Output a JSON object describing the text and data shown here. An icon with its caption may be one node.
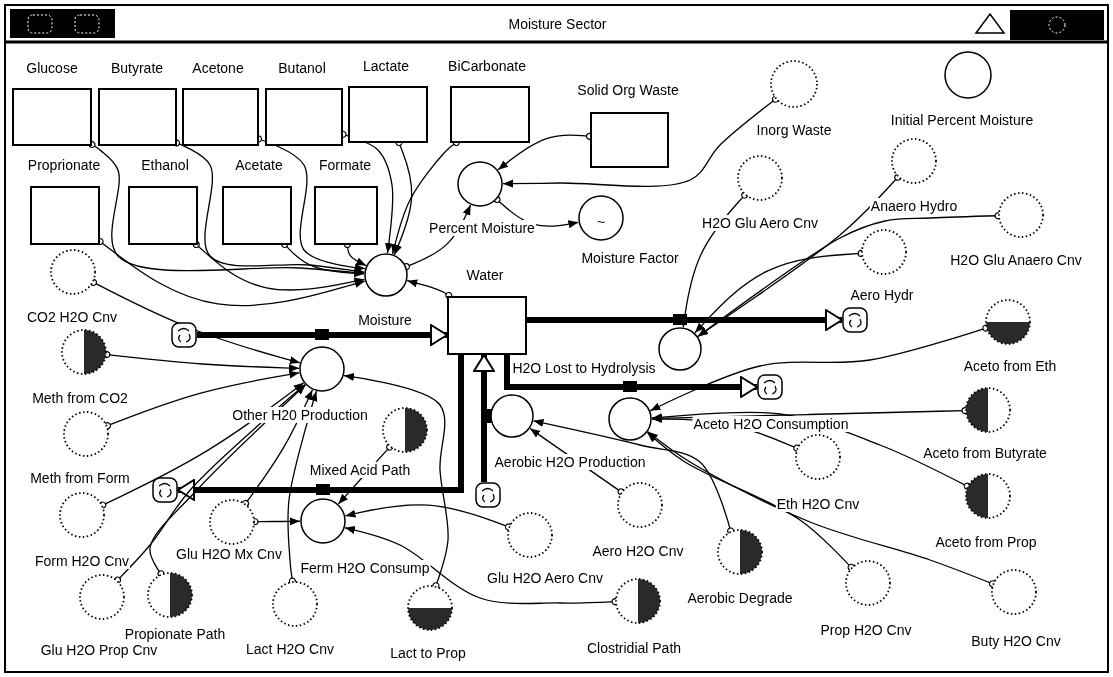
{
  "diagram": {
    "title": "Moisture Sector",
    "nodes": [
      {
        "text": [
          "Glucose"
        ]
      },
      {
        "text": [
          "Butyrate"
        ]
      },
      {
        "text": [
          "Acetone"
        ]
      },
      {
        "text": [
          "Butanol"
        ]
      },
      {
        "text": [
          "Lactate"
        ]
      },
      {
        "text": [
          "BiCarbonate"
        ]
      },
      {
        "text": [
          "Solid Org Waste"
        ]
      },
      {
        "text": [
          "Inorg Waste"
        ]
      },
      {
        "text": [
          "Initial Percent Moisture"
        ]
      },
      {
        "text": [
          "Proprionate"
        ]
      },
      {
        "text": [
          "Ethanol"
        ]
      },
      {
        "text": [
          "Acetate"
        ]
      },
      {
        "text": [
          "Formate"
        ]
      },
      {
        "text": [
          "Percent Moisture"
        ]
      },
      {
        "text": [
          "~",
          "Moisture Factor"
        ]
      },
      {
        "text": [
          "H2O Glu Aero Cnv"
        ]
      },
      {
        "text": [
          "Anaero Hydro"
        ]
      },
      {
        "text": [
          "H2O Glu Anaero Cnv"
        ]
      },
      {
        "text": [
          "Moisture"
        ]
      },
      {
        "text": [
          "Water"
        ]
      },
      {
        "text": [
          "H2O Lost to Hydrolysis"
        ]
      },
      {
        "text": [
          "Aero Hydr"
        ]
      },
      {
        "text": [],
        "shape": "cloud"
      },
      {
        "text": [
          "CO2 H2O Cnv"
        ]
      },
      {
        "text": [],
        "shape": "cloud"
      },
      {
        "text": [
          "Other H20 Production"
        ]
      },
      {
        "text": [
          "Aceto from Eth"
        ]
      },
      {
        "text": [
          "Meth from CO2"
        ]
      },
      {
        "text": [],
        "shape": "cloud"
      },
      {
        "text": [
          "Aceto H2O Consumption"
        ]
      },
      {
        "text": [
          "Aerobic H2O Production"
        ]
      },
      {
        "text": [
          "Mixed Acid Path"
        ]
      },
      {
        "text": [
          "Aceto from Butyrate"
        ]
      },
      {
        "text": [
          "Meth from Form"
        ]
      },
      {
        "text": [],
        "shape": "cloud"
      },
      {
        "text": [
          "Glu H2O Mx Cnv"
        ]
      },
      {
        "text": [
          "Ferm H2O Consump"
        ]
      },
      {
        "text": [],
        "shape": "cloud"
      },
      {
        "text": [
          "Eth H2O Cnv"
        ]
      },
      {
        "text": [
          "Aceto from Prop"
        ]
      },
      {
        "text": [
          "Form H2O Cnv"
        ]
      },
      {
        "text": [
          "Propionate Path"
        ]
      },
      {
        "text": [
          "Glu H2O Aero Cnv"
        ]
      },
      {
        "text": [
          "Aero H2O Cnv"
        ]
      },
      {
        "text": [
          "Aerobic Degrade"
        ]
      },
      {
        "text": [
          "Glu H2O Prop Cnv"
        ]
      },
      {
        "text": [
          "Lact H2O Cnv"
        ]
      },
      {
        "text": [
          "Lact to Prop"
        ]
      },
      {
        "text": [
          "Clostridial Path"
        ]
      },
      {
        "text": [
          "Prop H2O Cnv"
        ]
      },
      {
        "text": [
          "Buty H2O Cnv"
        ]
      }
    ],
    "edges": [
      {
        "from": 24,
        "to": 19,
        "arrow": "to",
        "style": "thick"
      },
      {
        "from": 19,
        "to": 34,
        "arrow": "to",
        "style": "thick"
      },
      {
        "from": 37,
        "to": 19,
        "arrow": "to",
        "style": "thick"
      },
      {
        "from": 19,
        "to": 22,
        "arrow": "to",
        "style": "thick"
      },
      {
        "from": 19,
        "to": 28,
        "arrow": "to",
        "style": "thick"
      },
      {
        "from": 0,
        "to": 18,
        "arrow": "to"
      },
      {
        "from": 1,
        "to": 18,
        "arrow": "to"
      },
      {
        "from": 2,
        "to": 18,
        "arrow": "to"
      },
      {
        "from": 3,
        "to": 18,
        "arrow": "to"
      },
      {
        "from": 4,
        "to": 18,
        "arrow": "to"
      },
      {
        "from": 5,
        "to": 18,
        "arrow": "to"
      },
      {
        "from": 9,
        "to": 18,
        "arrow": "to"
      },
      {
        "from": 10,
        "to": 18,
        "arrow": "to"
      },
      {
        "from": 11,
        "to": 18,
        "arrow": "to"
      },
      {
        "from": 12,
        "to": 18,
        "arrow": "to"
      },
      {
        "from": 19,
        "to": 18,
        "arrow": "to"
      },
      {
        "from": 6,
        "to": 13,
        "arrow": "to"
      },
      {
        "from": 7,
        "to": 13,
        "arrow": "to"
      },
      {
        "from": 18,
        "to": 13,
        "arrow": "to"
      },
      {
        "from": 13,
        "to": 14,
        "arrow": "to"
      },
      {
        "from": 15,
        "to": 20,
        "arrow": "to"
      },
      {
        "from": 16,
        "to": 20,
        "arrow": "to"
      },
      {
        "from": 17,
        "to": 20,
        "arrow": "to"
      },
      {
        "from": 21,
        "to": 20,
        "arrow": "to"
      },
      {
        "from": 23,
        "to": 25,
        "arrow": "to"
      },
      {
        "from": 27,
        "to": 25,
        "arrow": "to"
      },
      {
        "from": 33,
        "to": 25,
        "arrow": "to"
      },
      {
        "from": 40,
        "to": 25,
        "arrow": "to"
      },
      {
        "from": 45,
        "to": 25,
        "arrow": "to"
      },
      {
        "from": 41,
        "to": 25,
        "arrow": "to"
      },
      {
        "from": 35,
        "to": 25,
        "arrow": "to"
      },
      {
        "from": 46,
        "to": 25,
        "arrow": "to"
      },
      {
        "from": 47,
        "to": 25,
        "arrow": "to"
      },
      {
        "from": 35,
        "to": 36,
        "arrow": "to"
      },
      {
        "from": 31,
        "to": 36,
        "arrow": "to"
      },
      {
        "from": 42,
        "to": 36,
        "arrow": "to"
      },
      {
        "from": 48,
        "to": 36,
        "arrow": "to"
      },
      {
        "from": 43,
        "to": 30,
        "arrow": "to"
      },
      {
        "from": 44,
        "to": 30,
        "arrow": "to"
      },
      {
        "from": 26,
        "to": 29,
        "arrow": "to"
      },
      {
        "from": 32,
        "to": 29,
        "arrow": "to"
      },
      {
        "from": 39,
        "to": 29,
        "arrow": "to"
      },
      {
        "from": 38,
        "to": 29,
        "arrow": "to"
      },
      {
        "from": 49,
        "to": 29,
        "arrow": "to"
      },
      {
        "from": 50,
        "to": 29,
        "arrow": "to"
      }
    ]
  }
}
